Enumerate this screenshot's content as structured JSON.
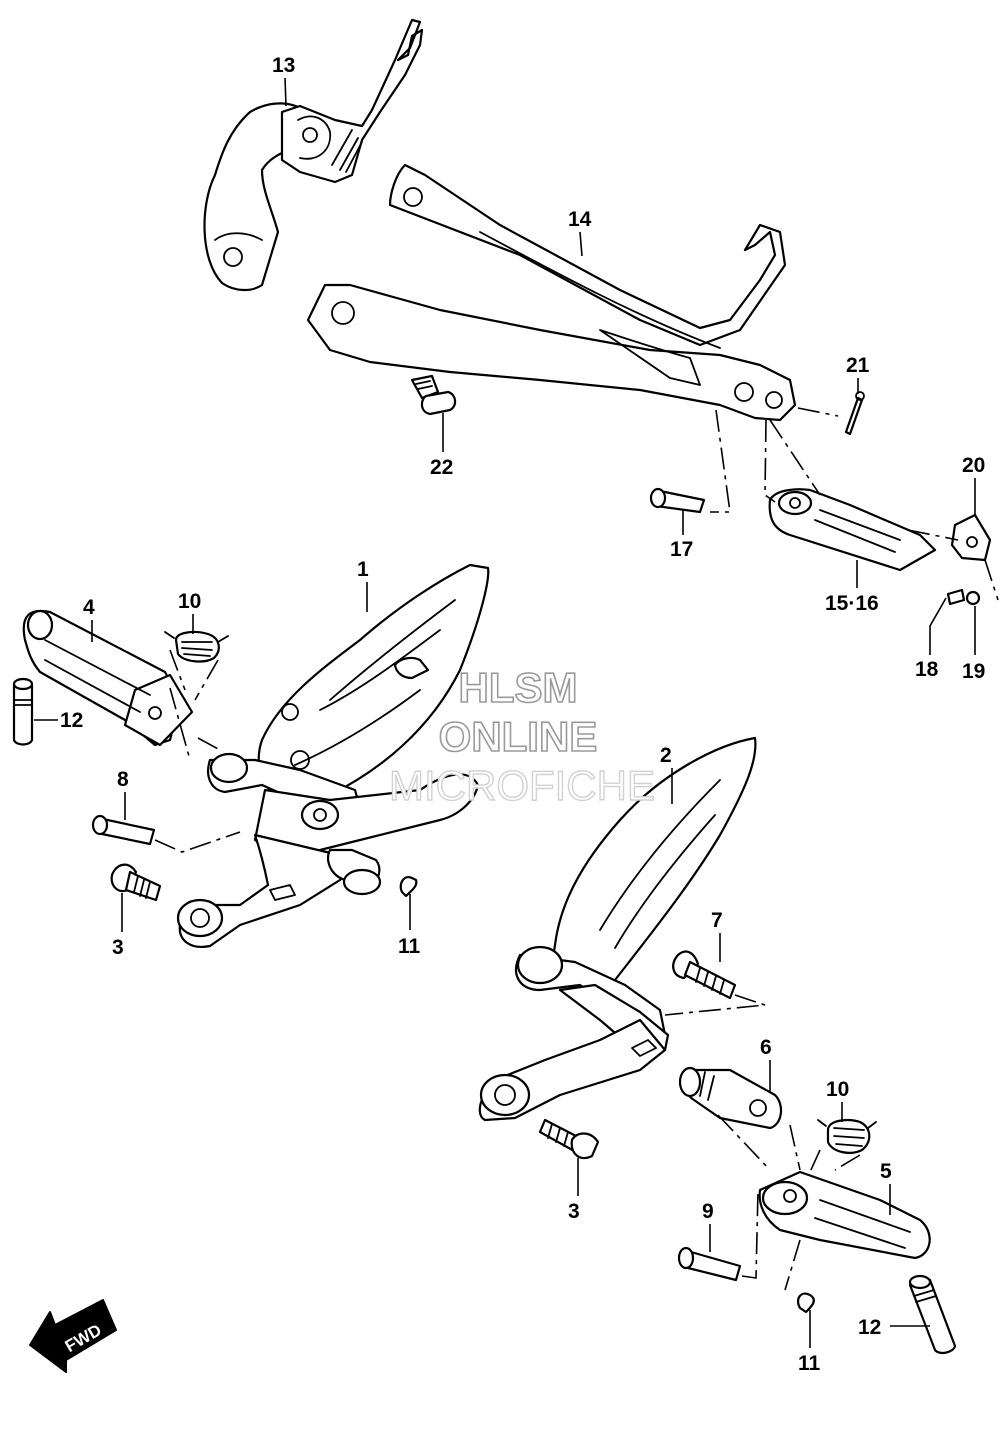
{
  "watermark": {
    "line1": "HLSM",
    "line2": "ONLINE",
    "line3": "MICROFICHE"
  },
  "direction_badge": {
    "label": "FWD"
  },
  "callouts": {
    "c1": "1",
    "c2": "2",
    "c3a": "3",
    "c3b": "3",
    "c4": "4",
    "c5": "5",
    "c6": "6",
    "c7": "7",
    "c8": "8",
    "c9": "9",
    "c10a": "10",
    "c10b": "10",
    "c11a": "11",
    "c11b": "11",
    "c12a": "12",
    "c12b": "12",
    "c13": "13",
    "c14": "14",
    "c15_16": "15·16",
    "c17": "17",
    "c18": "18",
    "c19": "19",
    "c20": "20",
    "c21": "21",
    "c22": "22"
  }
}
